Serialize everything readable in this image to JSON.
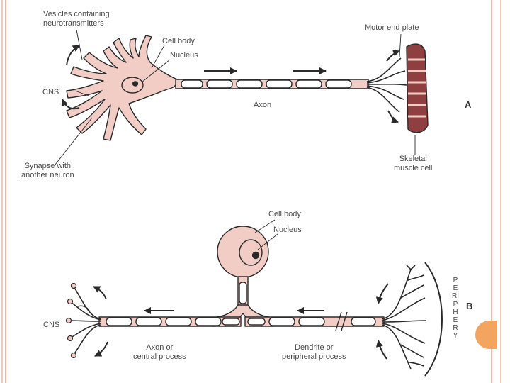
{
  "colors": {
    "cell_fill": "#f2cdc6",
    "outline": "#2a2a2a",
    "muscle_band": "#8f3f3f",
    "stripe_outer": "#f6c9b8",
    "stripe_inner": "#f4b6a0",
    "accent_tab": "#f3a45f"
  },
  "panel_a": {
    "letter": "A",
    "labels": {
      "vesicles": "Vesicles containing\nneurotransmitters",
      "cell_body": "Cell body",
      "nucleus": "Nucleus",
      "motor_end_plate": "Motor end plate",
      "cns": "CNS",
      "axon": "Axon",
      "synapse": "Synapse with\nanother neuron",
      "skeletal": "Skeletal\nmuscle cell"
    }
  },
  "panel_b": {
    "letter": "B",
    "labels": {
      "cell_body": "Cell body",
      "nucleus": "Nucleus",
      "cns": "CNS",
      "axon_central": "Axon or\ncentral process",
      "dendrite_peripheral": "Dendrite or\nperipheral process",
      "periphery": "PERIPHERY"
    }
  }
}
